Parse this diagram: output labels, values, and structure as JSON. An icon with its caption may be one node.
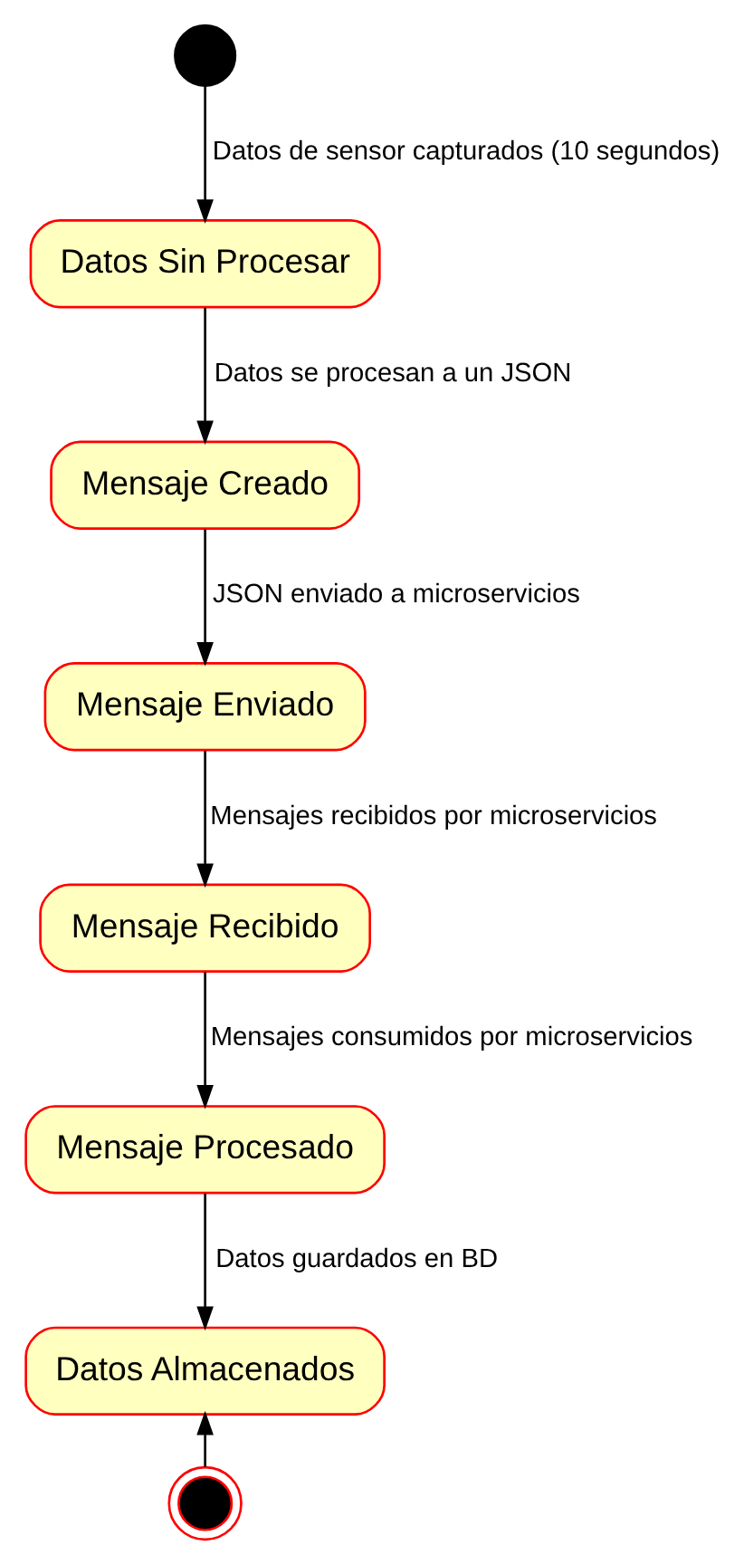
{
  "diagram": {
    "nodes": [
      {
        "text": [],
        "shape": "circle"
      },
      {
        "text": [
          "Datos Sin Procesar"
        ]
      },
      {
        "text": [
          "Mensaje Creado"
        ]
      },
      {
        "text": [
          "Mensaje Enviado"
        ]
      },
      {
        "text": [
          "Mensaje Recibido"
        ]
      },
      {
        "text": [
          "Mensaje Procesado"
        ]
      },
      {
        "text": [
          "Datos Almacenados"
        ]
      },
      {
        "text": [],
        "shape": "circle"
      }
    ],
    "edges": [
      {
        "from": 0,
        "to": 1,
        "arrow": "to",
        "label": "Datos de sensor capturados (10 segundos)"
      },
      {
        "from": 1,
        "to": 2,
        "arrow": "to",
        "label": "Datos se procesan a un JSON"
      },
      {
        "from": 2,
        "to": 3,
        "arrow": "to",
        "label": "JSON enviado a microservicios"
      },
      {
        "from": 3,
        "to": 4,
        "arrow": "to",
        "label": "Mensajes recibidos por microservicios"
      },
      {
        "from": 4,
        "to": 5,
        "arrow": "to",
        "label": "Mensajes consumidos por microservicios"
      },
      {
        "from": 5,
        "to": 6,
        "arrow": "to",
        "label": "Datos guardados en BD"
      },
      {
        "from": 7,
        "to": 6,
        "arrow": "to"
      }
    ]
  }
}
